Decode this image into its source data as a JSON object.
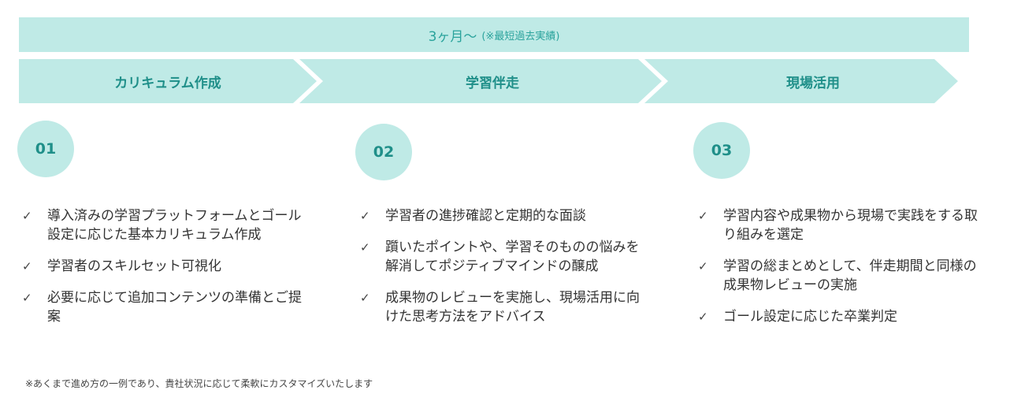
{
  "duration": {
    "main": "3ヶ月〜",
    "note": "(※最短過去実績)"
  },
  "phases": [
    {
      "label": "カリキュラム作成",
      "number": "01",
      "items": [
        "導入済みの学習プラットフォームとゴール設定に応じた基本カリキュラム作成",
        "学習者のスキルセット可視化",
        "必要に応じて追加コンテンツの準備とご提案"
      ]
    },
    {
      "label": "学習伴走",
      "number": "02",
      "items": [
        "学習者の進捗確認と定期的な面談",
        "躓いたポイントや、学習そのものの悩みを解消してポジティブマインドの醸成",
        "成果物のレビューを実施し、現場活用に向けた思考方法をアドバイス"
      ]
    },
    {
      "label": "現場活用",
      "number": "03",
      "items": [
        "学習内容や成果物から現場で実践をする取り組みを選定",
        "学習の総まとめとして、伴走期間と同様の成果物レビューの実施",
        "ゴール設定に応じた卒業判定"
      ]
    }
  ],
  "footnote": "※あくまで進め方の一例であり、貴社状況に応じて柔軟にカスタマイズいたします",
  "colors": {
    "band": "#bfeae6",
    "accent_text": "#1f8f89"
  },
  "icons": {
    "check": "check-icon"
  }
}
